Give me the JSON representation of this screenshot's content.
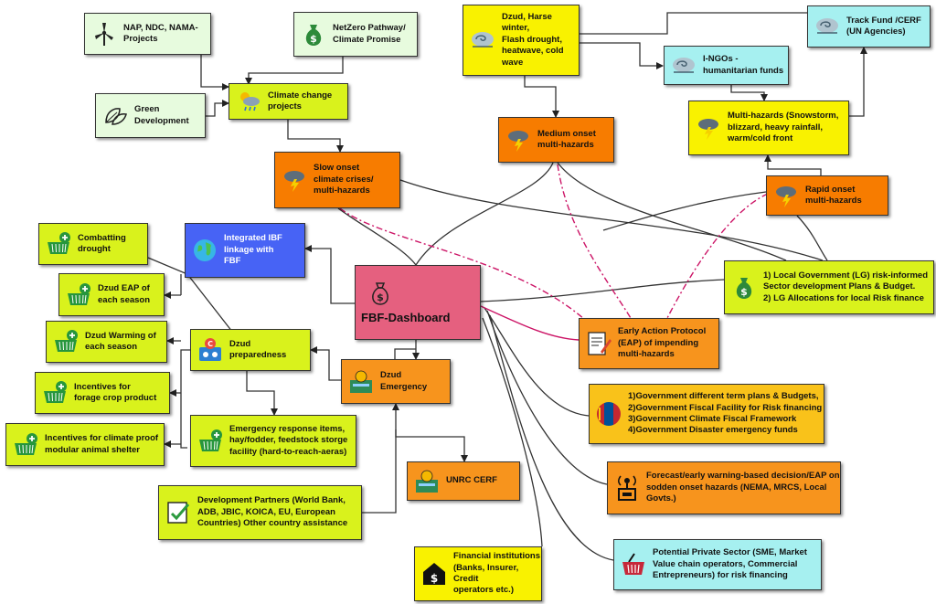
{
  "nodes": {
    "nap": "NAP, NDC, NAMA-\nProjects",
    "netzero": "NetZero Pathway/\nClimate Promise",
    "green": "Green\nDevelopment",
    "climate": "Climate change\nprojects",
    "slow": "Slow onset\nclimate crises/\nmulti-hazards",
    "dzud_harse": "Dzud, Harse winter,\nFlash drought,\nheatwave, cold wave",
    "track": "Track Fund /CERF\n(UN Agencies)",
    "ingo": "I-NGOs -\nhumanitarian funds",
    "multi": "Multi-hazards (Snowstorm,\nblizzard, heavy rainfall,\nwarm/cold front",
    "medium": "Medium onset\nmulti-hazards",
    "rapid": "Rapid onset\nmulti-hazards",
    "combat": "Combatting\ndrought",
    "ibf": "Integrated IBF\nlinkage with\nFBF",
    "fbf": "FBF-Dashboard",
    "lg": "1) Local Government (LG) risk-informed\nSector development  Plans & Budget.\n2) LG Allocations for local  Risk finance",
    "eap_season": "Dzud EAP of\neach season",
    "warming": "Dzud Warming of\neach season",
    "dzud_prep": "Dzud\npreparedness",
    "eap_protocol": "Early Action Protocol\n(EAP) of impending\nmulti-hazards",
    "forage": "Incentives for\nforage crop product",
    "dzud_emerg": "Dzud\nEmergency",
    "gov": "1)Government different term plans & Budgets,\n2)Government Fiscal Facility for Risk financing\n3)Government Climate Fiscal Framework\n4)Government Disaster emergency funds",
    "shelter": "Incentives for climate proof\nmodular animal shelter",
    "response": "Emergency response items,\nhay/fodder, feedstock storge\nfacility (hard-to-reach-aeras)",
    "forecast": "Forecast/early warning-based decision/EAP on\nsodden onset hazards (NEMA, MRCS, Local\nGovts.)",
    "unrc": "UNRC CERF",
    "devpart": "Development Partners (World Bank,\nADB, JBIC, KOICA, EU, European\nCountries) Other country assistance",
    "private": "Potential Private Sector (SME, Market\nValue chain operators, Commercial\nEntrepreneurs) for risk financing",
    "fin": "Financial institutions\n(Banks, Insurer, Credit\noperators etc.)"
  },
  "icons": {
    "nap": "wind-turbine-icon",
    "netzero": "money-bag-icon",
    "green": "leaves-icon",
    "climate": "sun-cloud-rain-icon",
    "slow": "storm-icon",
    "dzud_harse": "wind-swirl-icon",
    "track": "wind-swirl-icon",
    "ingo": "wind-swirl-icon",
    "multi": "storm-icon",
    "medium": "storm-icon",
    "rapid": "storm-icon",
    "basket": "basket-plus-icon",
    "ibf": "globe-icon",
    "fbf": "money-bag-icon",
    "lg": "money-bag-icon",
    "dzud_prep": "dashboard-scale-icon",
    "eap_protocol": "document-pen-icon",
    "dzud_emerg": "coin-card-icon",
    "gov": "mongolia-flag-icon",
    "forecast": "signal-tower-icon",
    "unrc": "coin-card-icon",
    "devpart": "checkmark-icon",
    "private": "shopping-basket-icon",
    "fin": "dollar-house-icon"
  },
  "colors": {
    "lime": "#d9f21c",
    "orange": "#f77c00",
    "gold": "#f9c21a",
    "cyan": "#a6f0f0",
    "blue": "#4763f5",
    "pink": "#e5607f",
    "dashed_link": "#cc1466"
  }
}
